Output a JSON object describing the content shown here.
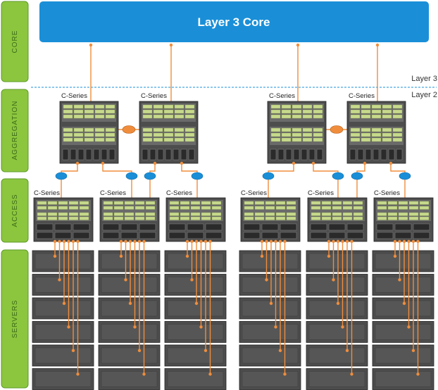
{
  "core": {
    "label": "Layer 3 Core",
    "color": "#1a8fd8"
  },
  "tiers": [
    "CORE",
    "AGGREGATION",
    "ACCESS",
    "SERVERS"
  ],
  "layer_labels": {
    "upper": "Layer 3",
    "lower": "Layer 2"
  },
  "switch_label": "C-Series",
  "colors": {
    "tier_fill": "#8cc63f",
    "tier_stroke": "#5e9a28",
    "link": "#f08d3c",
    "ethernet_port": "#1a8fd8",
    "chassis": "#4d4d4d",
    "chassis_light": "#6a6a6a",
    "line_card": "#c6d98c"
  },
  "aggregation_switch_count": 4,
  "access_switch_count": 6,
  "servers_per_rack": 6
}
